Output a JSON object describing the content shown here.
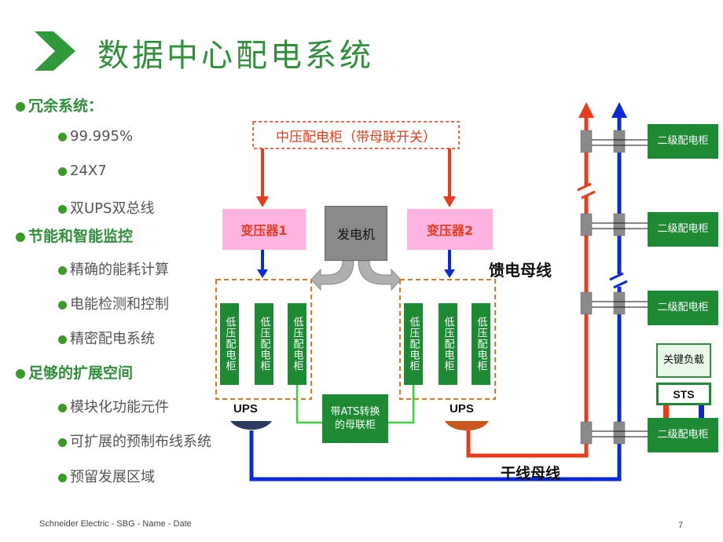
{
  "title": "数据中心配电系统",
  "bullets": [
    {
      "level": 1,
      "text": "冗余系统："
    },
    {
      "level": 2,
      "text": "99.995%"
    },
    {
      "level": 2,
      "text": "24X7"
    },
    {
      "level": 2,
      "text": "双UPS双总线"
    },
    {
      "level": 1,
      "text": "节能和智能监控"
    },
    {
      "level": 2,
      "text": "精确的能耗计算"
    },
    {
      "level": 2,
      "text": "电能检测和控制"
    },
    {
      "level": 2,
      "text": "精密配电系统"
    },
    {
      "level": 1,
      "text": "足够的扩展空间"
    },
    {
      "level": 2,
      "text": "模块化功能元件"
    },
    {
      "level": 2,
      "text": "可扩展的预制布线系统"
    },
    {
      "level": 2,
      "text": "预留发展区域"
    }
  ],
  "diagram": {
    "mv_cabinet": "中压配电柜（带母联开关）",
    "transformer1": "变压器1",
    "transformer2": "变压器2",
    "generator": "发电机",
    "feeder_bus": "馈电母线",
    "lv_cabinet": "低压配电柜",
    "ups_left": "UPS",
    "ups_right": "UPS",
    "ats_tie": "带ATS转换的母联柜",
    "trunk_bus": "干线母线",
    "secondary_cabinet": "二级配电柜",
    "critical_load": "关键负载",
    "sts": "STS"
  },
  "colors": {
    "green_accent": "#2f8f3a",
    "box_green": "#1f8a34",
    "transformer_pink": "#ffb3e0",
    "red_bus": "#e83c1c",
    "blue_bus": "#0a2ad8",
    "orange_dashed": "#d97a1e",
    "generator_gray": "#8a8a8a"
  },
  "footer": "Schneider Electric - SBG - Name - Date",
  "page_number": "7"
}
